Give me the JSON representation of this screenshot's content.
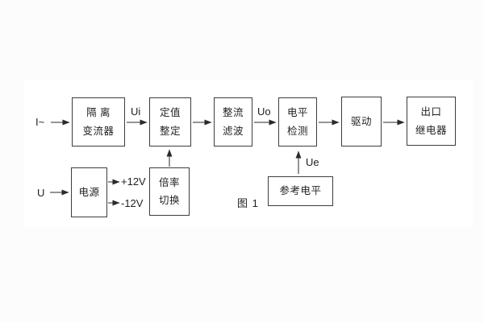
{
  "figure": {
    "caption": "图 1",
    "colors": {
      "page_background": "#fcfcfc",
      "canvas_background": "#ffffff",
      "line": "#2a2a2a",
      "box_border": "#3d3d3d",
      "text": "#1f1f1f"
    },
    "inputs": {
      "current": "I~",
      "voltage": "U"
    },
    "signals": {
      "ui": "Ui",
      "uo": "Uo",
      "ue": "Ue"
    },
    "power_rails": {
      "plus": "+12V",
      "minus": "-12V"
    },
    "blocks": {
      "isolation": {
        "line1": "隔 离",
        "line2": "变流器"
      },
      "setting": {
        "line1": "定值",
        "line2": "整定"
      },
      "rectify": {
        "line1": "整流",
        "line2": "滤波"
      },
      "level": {
        "line1": "电平",
        "line2": "检测"
      },
      "drive": {
        "label": "驱动"
      },
      "output_relay": {
        "line1": "出口",
        "line2": "继电器"
      },
      "power": {
        "label": "电源"
      },
      "multiplier": {
        "line1": "倍率",
        "line2": "切换"
      },
      "reference": {
        "label": "参考电平"
      }
    }
  }
}
